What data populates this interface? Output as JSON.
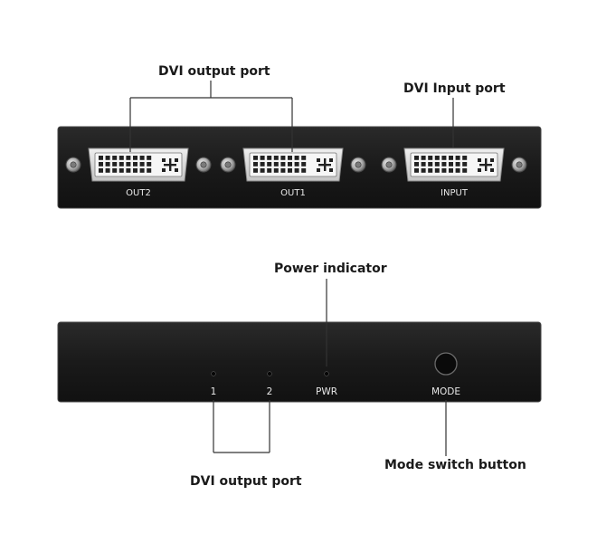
{
  "rear_panel": {
    "callouts": {
      "dvi_output": "DVI output port",
      "dvi_input": "DVI Input port"
    },
    "ports": [
      {
        "label": "OUT2"
      },
      {
        "label": "OUT1"
      },
      {
        "label": "INPUT"
      }
    ]
  },
  "front_panel": {
    "callouts": {
      "power_indicator": "Power indicator",
      "dvi_output": "DVI output port",
      "mode_switch": "Mode switch button"
    },
    "leds": [
      {
        "label": "1"
      },
      {
        "label": "2"
      },
      {
        "label": "PWR"
      }
    ],
    "button_label": "MODE"
  },
  "colors": {
    "panel": "#1c1c1c",
    "panel_edge": "#3a3a3a",
    "connector_body": "#d9d9d9",
    "leader_line": "#333333"
  }
}
